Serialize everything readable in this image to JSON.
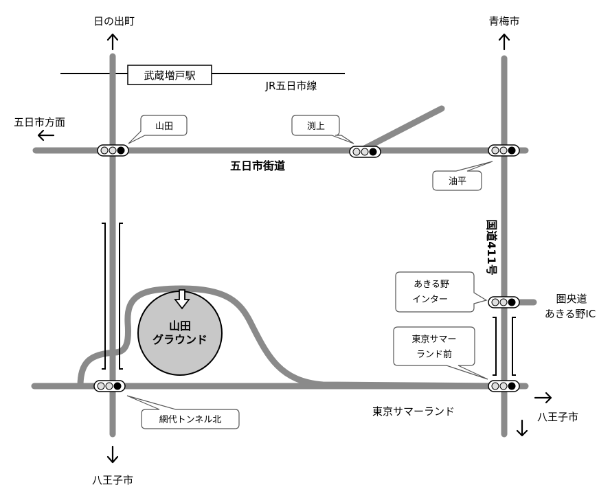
{
  "colors": {
    "road": "#8a8a8a",
    "ground_fill": "#c8c8c8",
    "line": "#000000"
  },
  "directions": {
    "hinode": "日の出町",
    "ome": "青梅市",
    "itsukaichi_direction": "五日市方面",
    "hachioji_left": "八王子市",
    "hachioji_right": "八王子市"
  },
  "rail": {
    "station": "武蔵増戸駅",
    "line": "JR五日市線"
  },
  "roads": {
    "itsukaichi_kaido": "五日市街道",
    "route411": "国道411号",
    "ken_o_line1": "圏央道",
    "ken_o_line2": "あきる野IC",
    "summerland_road": "東京サマーランド"
  },
  "intersections": {
    "yamada": "山田",
    "fuchigami": "渕上",
    "aburahira": "油平",
    "akiruno_ic_1": "あきる野",
    "akiruno_ic_2": "インター",
    "summerland_mae_1": "東京サマー",
    "summerland_mae_2": "ランド前",
    "amishiro_tunnel": "網代トンネル北"
  },
  "destination": {
    "line1": "山田",
    "line2": "グラウンド"
  }
}
